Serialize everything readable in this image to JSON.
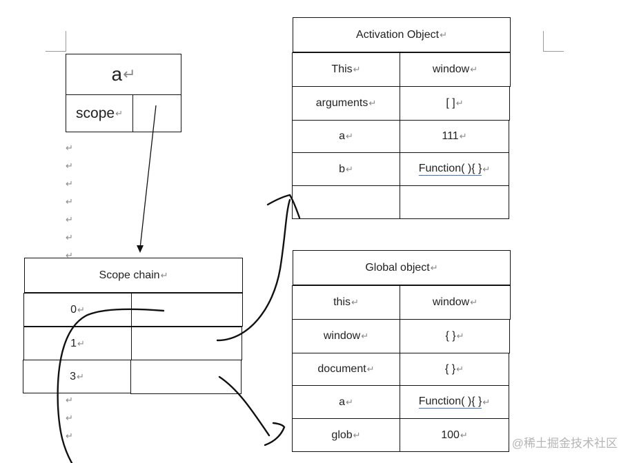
{
  "node": {
    "name": "a",
    "scope_label": "scope"
  },
  "scope_chain": {
    "title": "Scope chain",
    "rows": [
      {
        "index": "0"
      },
      {
        "index": "1"
      },
      {
        "index": "3"
      }
    ]
  },
  "activation_object": {
    "title": "Activation Object",
    "rows": [
      {
        "key": "This",
        "value": "window"
      },
      {
        "key": "arguments",
        "value": "[ ]"
      },
      {
        "key": "a",
        "value": "111"
      },
      {
        "key": "b",
        "value": "Function( ){ }"
      },
      {
        "key": "",
        "value": ""
      }
    ]
  },
  "global_object": {
    "title": "Global object",
    "rows": [
      {
        "key": "this",
        "value": "window"
      },
      {
        "key": "window",
        "value": "{ }"
      },
      {
        "key": "document",
        "value": "{ }"
      },
      {
        "key": "a",
        "value": "Function( ){ }"
      },
      {
        "key": "glob",
        "value": "100"
      }
    ]
  },
  "watermark": "@稀土掘金技术社区",
  "colors": {
    "line": "#111111",
    "return_mark": "#888888",
    "underline": "#3a6fd8"
  }
}
